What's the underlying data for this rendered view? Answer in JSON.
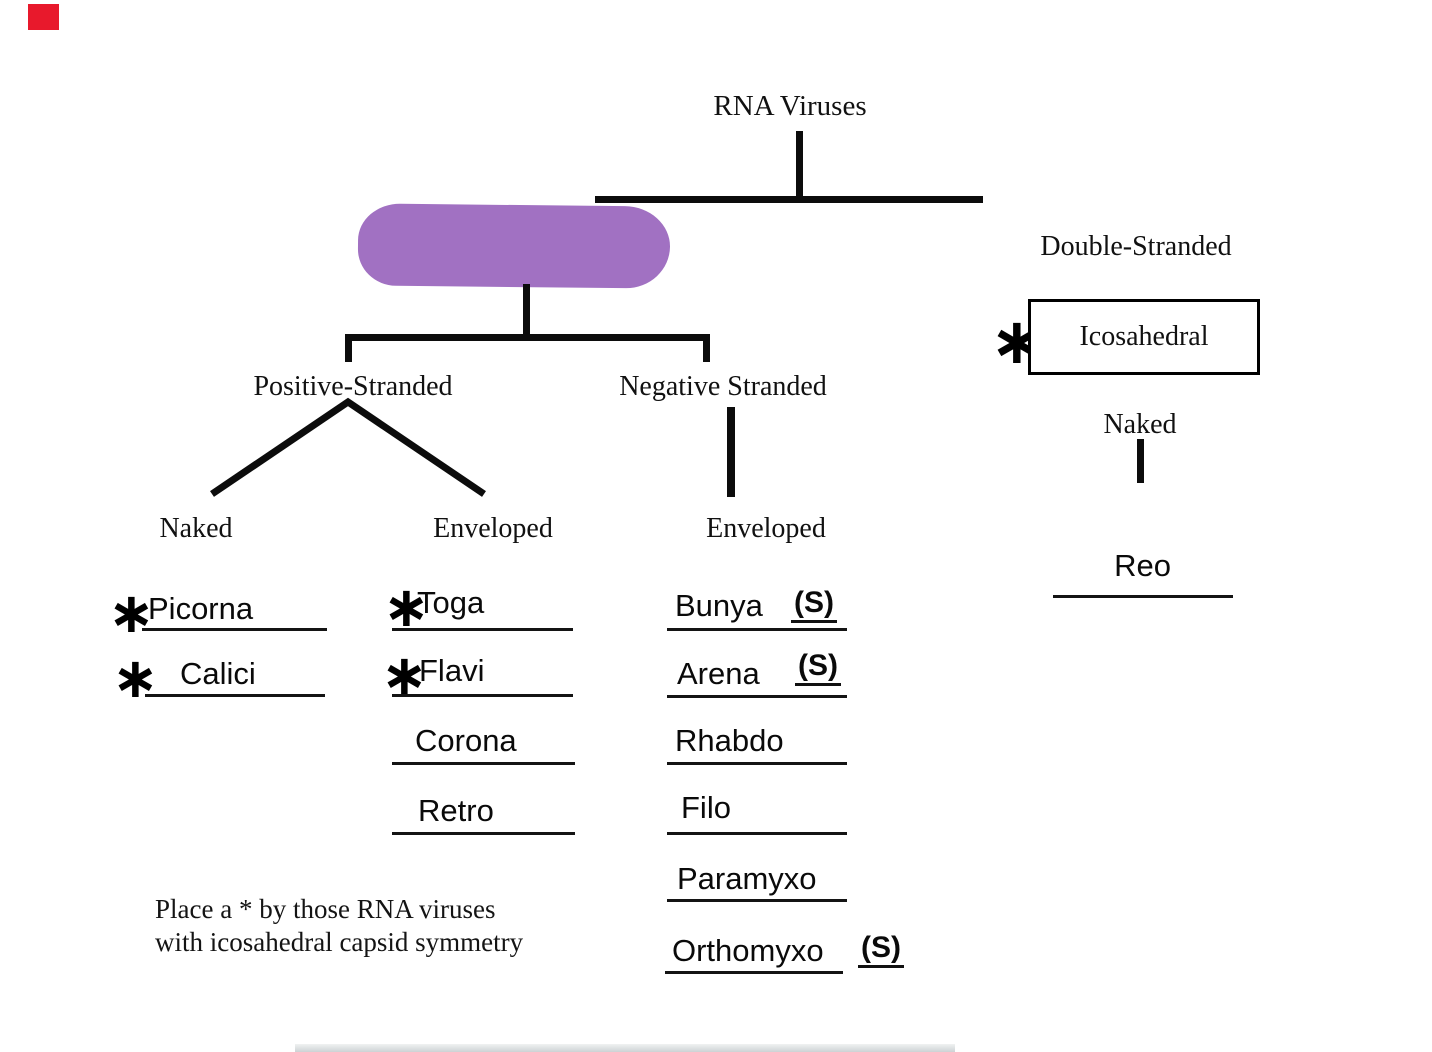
{
  "title": "RNA Viruses",
  "labels": {
    "positive": "Positive-Stranded",
    "negative": "Negative Stranded",
    "double_stranded": "Double-Stranded",
    "icosahedral": "Icosahedral",
    "naked_positive": "Naked",
    "enveloped_positive": "Enveloped",
    "enveloped_negative": "Enveloped",
    "naked_double": "Naked"
  },
  "marks": {
    "asterisk": "∗"
  },
  "entries": {
    "positive_naked": [
      {
        "name": "Picorna",
        "asterisk": true
      },
      {
        "name": "Calici",
        "asterisk": true
      }
    ],
    "positive_enveloped": [
      {
        "name": "Toga",
        "asterisk": true
      },
      {
        "name": "Flavi",
        "asterisk": true
      },
      {
        "name": "Corona"
      },
      {
        "name": "Retro"
      }
    ],
    "negative_enveloped": [
      {
        "name": "Bunya",
        "suffix": "(S)"
      },
      {
        "name": "Arena",
        "suffix": "(S)"
      },
      {
        "name": "Rhabdo"
      },
      {
        "name": "Filo"
      },
      {
        "name": "Paramyxo"
      },
      {
        "name": "Orthomyxo",
        "suffix": "(S)"
      }
    ],
    "double_naked": [
      {
        "name": "Reo"
      }
    ]
  },
  "note": {
    "line1": "Place a * by those RNA viruses",
    "line2": "with icosahedral capsid symmetry"
  },
  "colors": {
    "highlight": "#a171c2",
    "red_marker": "#e8192c",
    "line": "#0c0c0c"
  }
}
